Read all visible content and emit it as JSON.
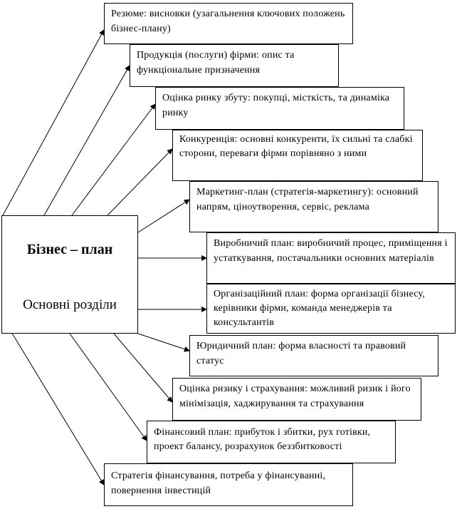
{
  "center": {
    "title": "Бізнес – план",
    "subtitle": "Основні розділи"
  },
  "sections": [
    {
      "id": "resume",
      "text": "Резюме: висновки (узагальнення ключових положень бізнес-плану)"
    },
    {
      "id": "products",
      "text": "Продукція (послуги) фірми: опис та функціональне призначення"
    },
    {
      "id": "market",
      "text": "Оцінка ринку збуту: покупці, місткість, та динаміка ринку"
    },
    {
      "id": "competition",
      "text": "Конкуренція: основні конкуренти, їх сильні та слабкі сторони, переваги фірми порівняно з ними"
    },
    {
      "id": "marketing",
      "text": "Маркетинг-план (стратегія-маркетингу): основний напрям, ціноутворення, сервіс, реклама"
    },
    {
      "id": "production",
      "text": "Виробничий план: виробничий процес, приміщення і устаткування, постачальники основних матеріалів"
    },
    {
      "id": "organizational",
      "text": "Організаційний план: форма організації бізнесу, керівники фірми, команда менеджерів та консультантів"
    },
    {
      "id": "legal",
      "text": "Юридичний план: форма власності та правовий статус"
    },
    {
      "id": "risk",
      "text": "Оцінка ризику і страхування: можливий ризик і його мінімізація, хаджирування та страхування"
    },
    {
      "id": "financial",
      "text": "Фінансовий план: прибуток і збитки, рух готівки, проект балансу, розрахунок беззбитковості"
    },
    {
      "id": "financing",
      "text": "Стратегія фінансування, потреба у фінансуванні, повернення інвестицій"
    }
  ]
}
